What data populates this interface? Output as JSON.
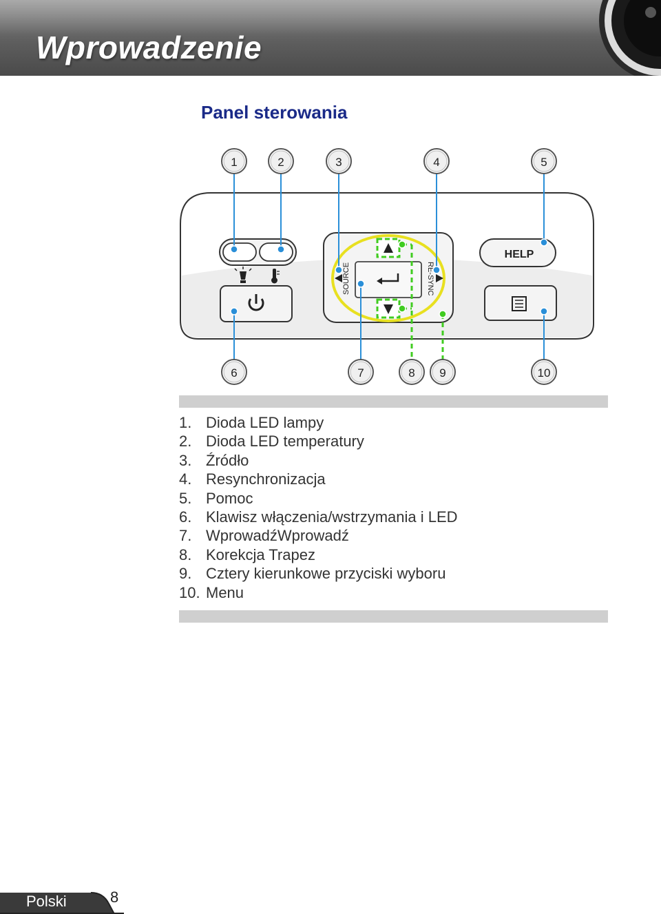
{
  "header": {
    "title": "Wprowadzenie"
  },
  "section": {
    "title": "Panel sterowania"
  },
  "diagram": {
    "callouts_top": [
      "1",
      "2",
      "3",
      "4",
      "5"
    ],
    "callouts_bottom": [
      "6",
      "7",
      "8",
      "9",
      "10"
    ],
    "panel_labels": {
      "source": "SOURCE",
      "resync": "RE-SYNC",
      "help": "HELP"
    },
    "icons": [
      "lamp-icon",
      "thermometer-icon",
      "power-icon",
      "enter-icon",
      "menu-icon",
      "arrow-up-icon",
      "arrow-down-icon",
      "arrow-left-icon",
      "arrow-right-icon"
    ],
    "colors": {
      "callout_dot": "#2a8fd8",
      "highlight_ring": "#e8e020",
      "dashed_highlight": "#40cc20"
    }
  },
  "legend": [
    {
      "num": "1.",
      "text": "Dioda LED lampy"
    },
    {
      "num": "2.",
      "text": "Dioda LED temperatury"
    },
    {
      "num": "3.",
      "text": "Źródło"
    },
    {
      "num": "4.",
      "text": "Resynchronizacja"
    },
    {
      "num": "5.",
      "text": "Pomoc"
    },
    {
      "num": "6.",
      "text": "Klawisz włączenia/wstrzymania i LED"
    },
    {
      "num": "7.",
      "text": "WprowadźWprowadź"
    },
    {
      "num": "8.",
      "text": "Korekcja Trapez"
    },
    {
      "num": "9.",
      "text": "Cztery kierunkowe przyciski wyboru"
    },
    {
      "num": "10.",
      "text": "Menu"
    }
  ],
  "footer": {
    "language": "Polski",
    "page": "8"
  }
}
